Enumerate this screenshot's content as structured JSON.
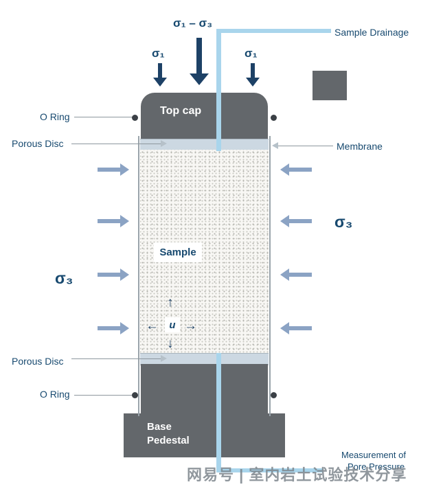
{
  "colors": {
    "navy": "#17496f",
    "arrow_navy": "#1d4166",
    "arrow_gray_blue": "#8ba3c4",
    "apparatus_dark_gray": "#63676b",
    "porous_disc": "#ccd8e2",
    "drainage_tube_blue": "#a9d5ec"
  },
  "labels": {
    "sigma_deviator": "σ₁ – σ₃",
    "sigma1": "σ₁",
    "sigma3": "σ₃",
    "sample_drainage": "Sample Drainage",
    "o_ring": "O Ring",
    "porous_disc": "Porous Disc",
    "membrane": "Membrane",
    "top_cap": "Top cap",
    "sample": "Sample",
    "pore_pressure_symbol": "u",
    "base_pedestal": "Base Pedestal",
    "measurement_line1": "Measurement of",
    "measurement_line2": "Pore Pressure",
    "watermark": "网易号 | 室内岩土试验技术分享"
  },
  "icons": {
    "arrow_up": "↑",
    "arrow_down": "↓",
    "arrow_left": "←",
    "arrow_right": "→"
  }
}
